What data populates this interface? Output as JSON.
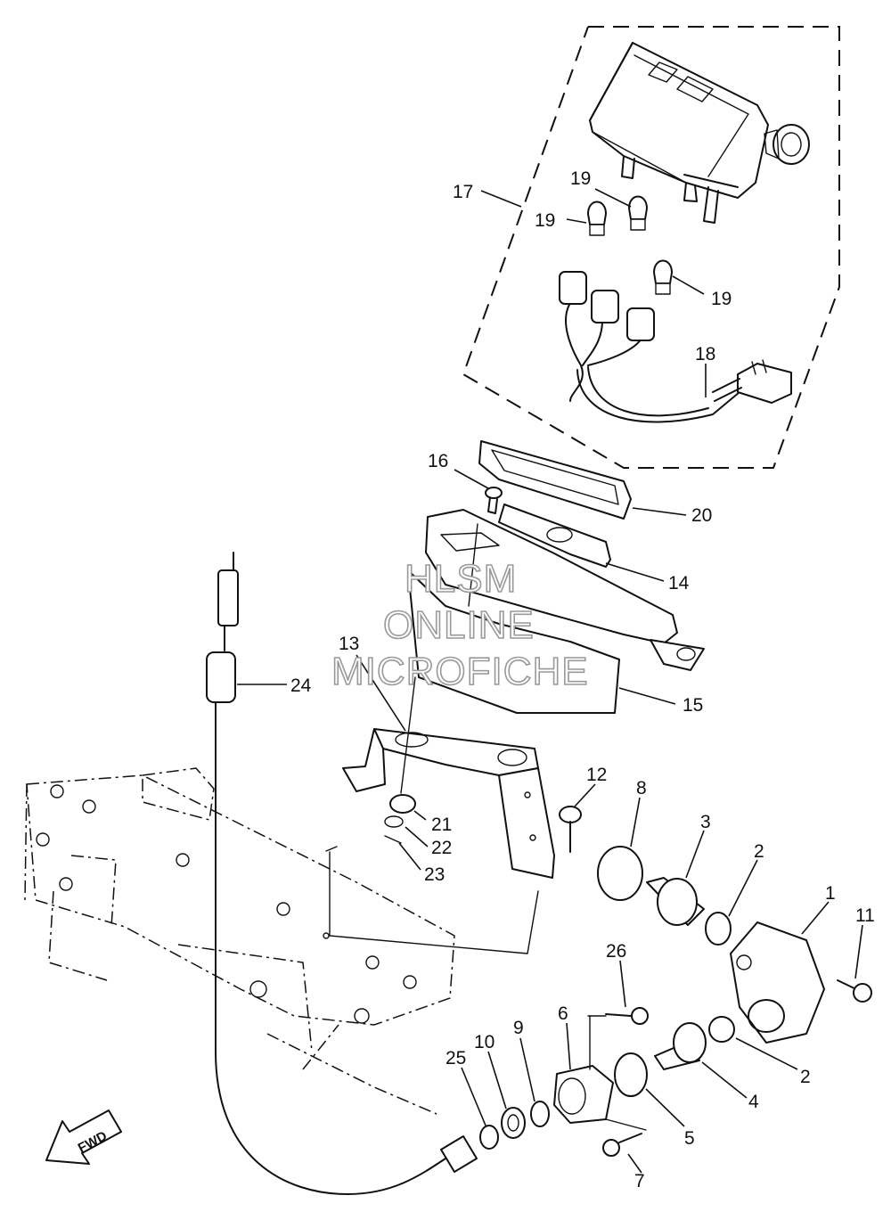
{
  "watermark": {
    "line1": "HLSM",
    "line2": "ONLINE",
    "line3": "MICROFICHE"
  },
  "direction_label": "FWD",
  "callouts": [
    {
      "id": "17",
      "text": "17"
    },
    {
      "id": "19a",
      "text": "19"
    },
    {
      "id": "19b",
      "text": "19"
    },
    {
      "id": "19c",
      "text": "19"
    },
    {
      "id": "18",
      "text": "18"
    },
    {
      "id": "16",
      "text": "16"
    },
    {
      "id": "20",
      "text": "20"
    },
    {
      "id": "14",
      "text": "14"
    },
    {
      "id": "24",
      "text": "24"
    },
    {
      "id": "13",
      "text": "13"
    },
    {
      "id": "15",
      "text": "15"
    },
    {
      "id": "12",
      "text": "12"
    },
    {
      "id": "8",
      "text": "8"
    },
    {
      "id": "3",
      "text": "3"
    },
    {
      "id": "21",
      "text": "21"
    },
    {
      "id": "22",
      "text": "22"
    },
    {
      "id": "23",
      "text": "23"
    },
    {
      "id": "2a",
      "text": "2"
    },
    {
      "id": "1",
      "text": "1"
    },
    {
      "id": "11",
      "text": "11"
    },
    {
      "id": "26",
      "text": "26"
    },
    {
      "id": "6",
      "text": "6"
    },
    {
      "id": "9",
      "text": "9"
    },
    {
      "id": "10",
      "text": "10"
    },
    {
      "id": "25",
      "text": "25"
    },
    {
      "id": "2b",
      "text": "2"
    },
    {
      "id": "4",
      "text": "4"
    },
    {
      "id": "5",
      "text": "5"
    },
    {
      "id": "7",
      "text": "7"
    }
  ]
}
